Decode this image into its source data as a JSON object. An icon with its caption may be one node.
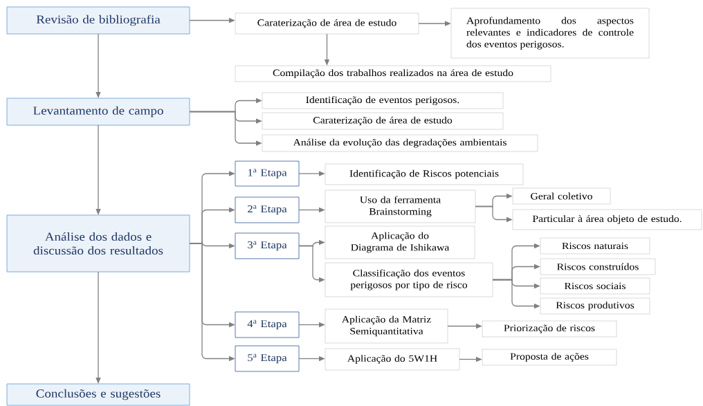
{
  "diagram": {
    "nodes": [
      {
        "text": [
          "Revisão de bibliografia"
        ]
      },
      {
        "text": [
          "Caraterização de área de estudo"
        ]
      },
      {
        "text": [
          "Aprofundamento dos aspectos relevantes e indicadores de controle dos eventos perigosos."
        ]
      },
      {
        "text": [
          "Compilação dos trabalhos realizados na área de estudo"
        ]
      },
      {
        "text": [
          "Levantamento de campo"
        ]
      },
      {
        "text": [
          "Identificação de eventos perigosos."
        ]
      },
      {
        "text": [
          "Caraterização de área de estudo"
        ]
      },
      {
        "text": [
          "Análise da evolução das degradações ambientais"
        ]
      },
      {
        "text": [
          "Análise dos dados e discussão dos resultados"
        ]
      },
      {
        "text": [
          "1$^{a}$ Etapa"
        ]
      },
      {
        "text": [
          "Identificação de Riscos potenciais"
        ]
      },
      {
        "text": [
          "2$^{a}$ Etapa"
        ]
      },
      {
        "text": [
          "Uso da ferramenta Brainstorming"
        ]
      },
      {
        "text": [
          "Geral coletivo"
        ]
      },
      {
        "text": [
          "Particular à área objeto de estudo."
        ]
      },
      {
        "text": [
          "3$^{a}$ Etapa"
        ]
      },
      {
        "text": [
          "Aplicação do Diagrama de Ishikawa"
        ]
      },
      {
        "text": [
          "Classificação dos eventos perigosos por tipo de risco"
        ]
      },
      {
        "text": [
          "Riscos naturais"
        ]
      },
      {
        "text": [
          "Riscos construídos"
        ]
      },
      {
        "text": [
          "Riscos sociais"
        ]
      },
      {
        "text": [
          "Riscos produtivos"
        ]
      },
      {
        "text": [
          "4$^{a}$ Etapa"
        ]
      },
      {
        "text": [
          "Aplicação da Matriz Semiquantitativa"
        ]
      },
      {
        "text": [
          "Priorização de riscos"
        ]
      },
      {
        "text": [
          "5$^{a}$ Etapa"
        ]
      },
      {
        "text": [
          "Aplicação do 5W1H"
        ]
      },
      {
        "text": [
          "Proposta de ações"
        ]
      },
      {
        "text": [
          "Conclusões e sugestões"
        ]
      }
    ],
    "edges": [
      {
        "from": 0,
        "to": 1,
        "arrow": "to"
      },
      {
        "from": 1,
        "to": 2,
        "arrow": "to"
      },
      {
        "from": 1,
        "to": 3,
        "arrow": "to"
      },
      {
        "from": 0,
        "to": 4,
        "arrow": "to"
      },
      {
        "from": 4,
        "to": 5,
        "arrow": "to"
      },
      {
        "from": 4,
        "to": 6,
        "arrow": "to"
      },
      {
        "from": 4,
        "to": 7,
        "arrow": "to"
      },
      {
        "from": 4,
        "to": 8,
        "arrow": "to"
      },
      {
        "from": 8,
        "to": 9,
        "arrow": "to"
      },
      {
        "from": 8,
        "to": 11,
        "arrow": "to"
      },
      {
        "from": 8,
        "to": 15,
        "arrow": "to"
      },
      {
        "from": 8,
        "to": 22,
        "arrow": "to"
      },
      {
        "from": 8,
        "to": 25,
        "arrow": "to"
      },
      {
        "from": 9,
        "to": 10,
        "arrow": "to"
      },
      {
        "from": 11,
        "to": 12,
        "arrow": "to"
      },
      {
        "from": 12,
        "to": 13,
        "arrow": "to"
      },
      {
        "from": 12,
        "to": 14,
        "arrow": "to"
      },
      {
        "from": 15,
        "to": 16,
        "arrow": "to"
      },
      {
        "from": 15,
        "to": 17,
        "arrow": "to"
      },
      {
        "from": 17,
        "to": 18,
        "arrow": "to"
      },
      {
        "from": 17,
        "to": 19,
        "arrow": "to"
      },
      {
        "from": 17,
        "to": 20,
        "arrow": "to"
      },
      {
        "from": 17,
        "to": 21,
        "arrow": "to"
      },
      {
        "from": 22,
        "to": 23,
        "arrow": "to"
      },
      {
        "from": 23,
        "to": 24,
        "arrow": "to"
      },
      {
        "from": 25,
        "to": 26,
        "arrow": "to"
      },
      {
        "from": 26,
        "to": 27,
        "arrow": "to"
      },
      {
        "from": 8,
        "to": 28,
        "arrow": "to"
      }
    ]
  }
}
